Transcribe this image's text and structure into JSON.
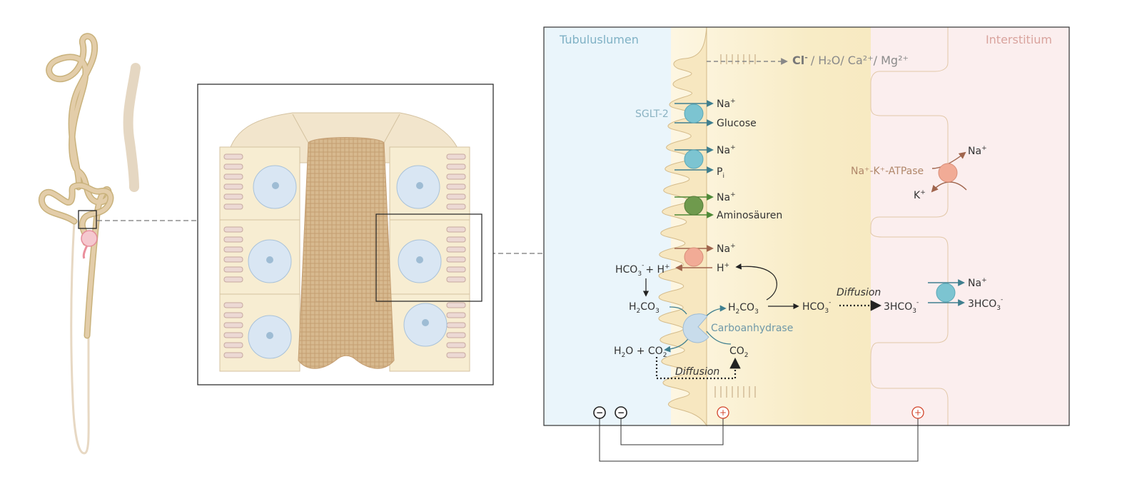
{
  "regions": {
    "lumen": "Tubuluslumen",
    "interstitium": "Interstitium"
  },
  "channels": {
    "paracellular_cl": "Cl",
    "paracellular_cl_sup": "-",
    "paracellular_rest": "/ H₂O/ Ca²⁺/ Mg²⁺"
  },
  "transporters": {
    "sglt2": {
      "name": "SGLT-2",
      "ion": "Na",
      "ion_sup": "+",
      "substrate": "Glucose"
    },
    "napi": {
      "ion": "Na",
      "ion_sup": "+",
      "substrate": "P",
      "substrate_sub": "i"
    },
    "naaa": {
      "ion": "Na",
      "ion_sup": "+",
      "substrate": "Aminosäuren"
    },
    "nhe": {
      "ion": "Na",
      "ion_sup": "+",
      "counter": "H",
      "counter_sup": "+"
    },
    "atpase": {
      "name": "Na⁺-K⁺-ATPase",
      "out": "Na",
      "out_sup": "+",
      "in": "K",
      "in_sup": "+"
    },
    "nbc": {
      "ion": "Na",
      "ion_sup": "+",
      "substrate": "3HCO",
      "substrate_sub": "3",
      "substrate_sup": "-"
    }
  },
  "reactions": {
    "lumen_hco3": "HCO",
    "lumen_hco3_sub": "3",
    "lumen_hco3_sup": "-",
    "lumen_plus_h": "+ H",
    "lumen_plus_h_sup": "+",
    "lumen_h2co3": "H",
    "lumen_h2co3_sub": "2",
    "lumen_h2co3_tail": "CO",
    "lumen_h2co3_sub2": "3",
    "lumen_h2o": "H",
    "lumen_h2o_sub": "2",
    "lumen_h2o_tail": "O + CO",
    "lumen_h2o_sub2": "2",
    "cell_h2co3": "H",
    "cell_h2co3_sub": "2",
    "cell_h2co3_tail": "CO",
    "cell_h2co3_sub2": "3",
    "cell_hco3": "HCO",
    "cell_hco3_sub": "3",
    "cell_hco3_sup": "-",
    "cell_3hco3": "3HCO",
    "cell_3hco3_sub": "3",
    "cell_3hco3_sup": "-",
    "cell_co2": "CO",
    "cell_co2_sub": "2",
    "enzyme": "Carboanhydrase",
    "diffusion_top": "Diffusion",
    "diffusion_bottom": "Diffusion"
  },
  "charges": {
    "minus": "−",
    "plus": "+"
  },
  "colors": {
    "lumen_bg": "#eaf5fb",
    "cell_bg": "#f8ecc6",
    "interstitium_bg": "#fbeeee",
    "tubule_tan": "#e3cda9",
    "tubule_stroke": "#c9b27c",
    "blue_transporter": "#7cc4d1",
    "green_transporter": "#6f9a4d",
    "salmon_transporter": "#f1ab96",
    "enzyme_blue": "#c8dceb",
    "arrow_teal": "#3f7f8f",
    "arrow_green": "#4e8a37",
    "arrow_brown": "#a0654d",
    "plus_red": "#d2452b"
  }
}
